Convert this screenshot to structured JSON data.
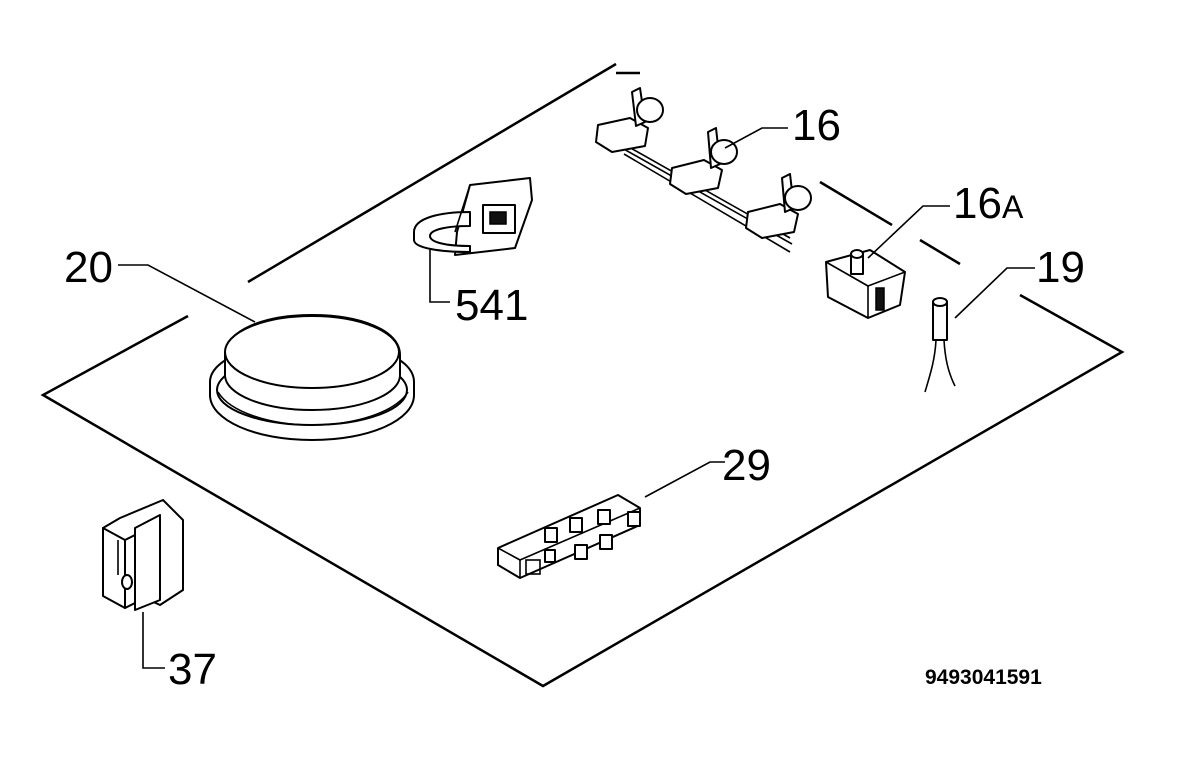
{
  "callouts": {
    "c16": "16",
    "c16a_num": "16",
    "c16a_letter": "A",
    "c19": "19",
    "c20": "20",
    "c29": "29",
    "c37": "37",
    "c541": "541"
  },
  "drawing_code": "9493041591",
  "colors": {
    "ink": "#000000",
    "background": "#ffffff"
  }
}
